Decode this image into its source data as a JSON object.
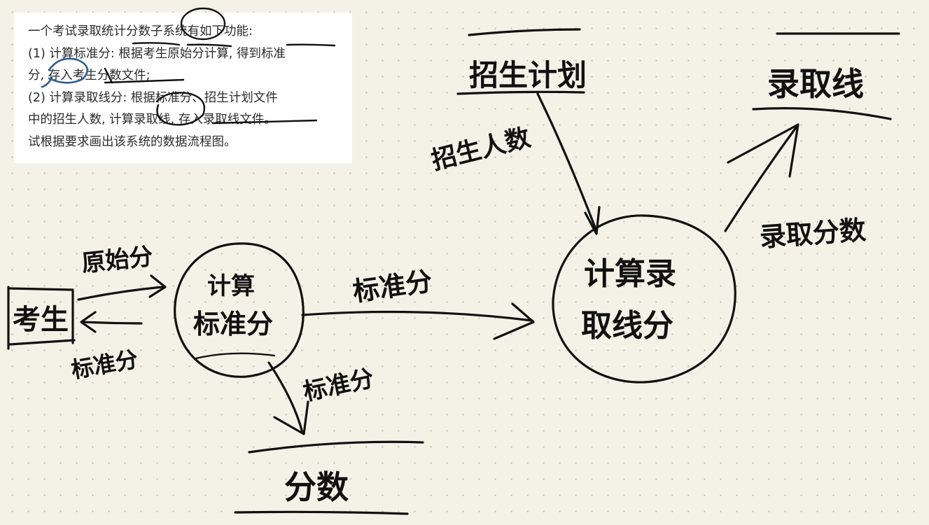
{
  "problem": {
    "line1": "一个考试录取统计分数子系统有如下功能:",
    "line2": "(1) 计算标准分: 根据考生原始分计算, 得到标准",
    "line3": "分, 存入考生分数文件;",
    "line4": "(2) 计算录取线分: 根据标准分、招生计划文件",
    "line5": "中的招生人数, 计算录取线, 存入录取线文件。",
    "line6": "试根据要求画出该系统的数据流程图。"
  },
  "diagram": {
    "entity_student": "考生",
    "process_standard": {
      "line1": "计算",
      "line2": "标准分"
    },
    "process_cutoff": {
      "line1": "计算录",
      "line2": "取线分"
    },
    "store_scores": "分数",
    "store_plan": "招生计划",
    "store_cutoff": "录取线",
    "flow_raw_score": "原始分",
    "flow_standard_back": "标准分",
    "flow_standard_to_cutoff": "标准分",
    "flow_standard_to_store": "标准分",
    "flow_enrollment_count": "招生人数",
    "flow_cutoff_score": "录取分数"
  },
  "colors": {
    "ink": "#111111",
    "marker_blue": "#2c5d8f",
    "paper": "#f4f1e6"
  }
}
